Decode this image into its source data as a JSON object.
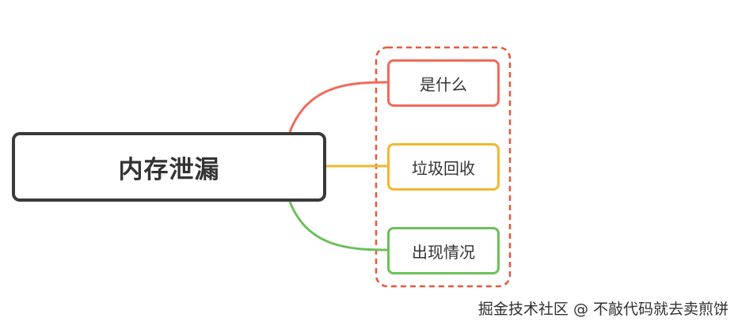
{
  "root": {
    "label": "内存泄漏"
  },
  "children": [
    {
      "label": "是什么",
      "color": "#ef6b5b"
    },
    {
      "label": "垃圾回收",
      "color": "#f4b630"
    },
    {
      "label": "出现情况",
      "color": "#6cc05a"
    }
  ],
  "group_border_color": "#e9583a",
  "root_border_color": "#3a3a3a",
  "watermark": "掘金技术社区 @ 不敲代码就去卖煎饼"
}
